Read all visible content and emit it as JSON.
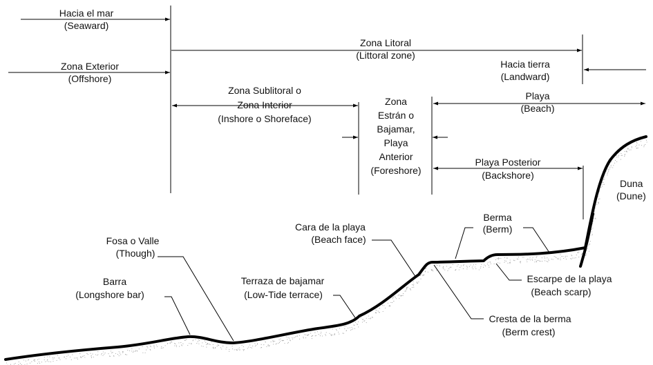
{
  "labels": {
    "seaward": {
      "line1": "Hacia el mar",
      "line2": "(Seaward)"
    },
    "offshore": {
      "line1": "Zona Exterior",
      "line2": "(Offshore)"
    },
    "littoral": {
      "line1": "Zona Litoral",
      "line2": "(Littoral zone)"
    },
    "landward": {
      "line1": "Hacia tierra",
      "line2": "(Landward)"
    },
    "inshore": {
      "line1": "Zona Sublitoral o",
      "line2": "Zona Interior",
      "line3": "(Inshore o Shoreface)"
    },
    "foreshore": {
      "line1": "Zona",
      "line2": "Estrán o",
      "line3": "Bajamar,",
      "line4": "Playa",
      "line5": "Anterior",
      "line6": "(Foreshore)"
    },
    "beach": {
      "line1": "Playa",
      "line2": "(Beach)"
    },
    "backshore": {
      "line1": "Playa Posterior",
      "line2": "(Backshore)"
    },
    "dune": {
      "line1": "Duna",
      "line2": "(Dune)"
    },
    "beach_face": {
      "line1": "Cara de la playa",
      "line2": "(Beach face)"
    },
    "berm": {
      "line1": "Berma",
      "line2": "(Berm)"
    },
    "trough": {
      "line1": "Fosa o Valle",
      "line2": "(Though)"
    },
    "bar": {
      "line1": "Barra",
      "line2": "(Longshore bar)"
    },
    "lowtide": {
      "line1": "Terraza de bajamar",
      "line2": "(Low-Tide terrace)"
    },
    "berm_scarp": {
      "line1": "Escarpe de la playa",
      "line2": "(Beach scarp)"
    },
    "berm_crest": {
      "line1": "Cresta de la berma",
      "line2": "(Berm crest)"
    }
  },
  "colors": {
    "line": "#000000",
    "sand": "#9a9a9a"
  }
}
